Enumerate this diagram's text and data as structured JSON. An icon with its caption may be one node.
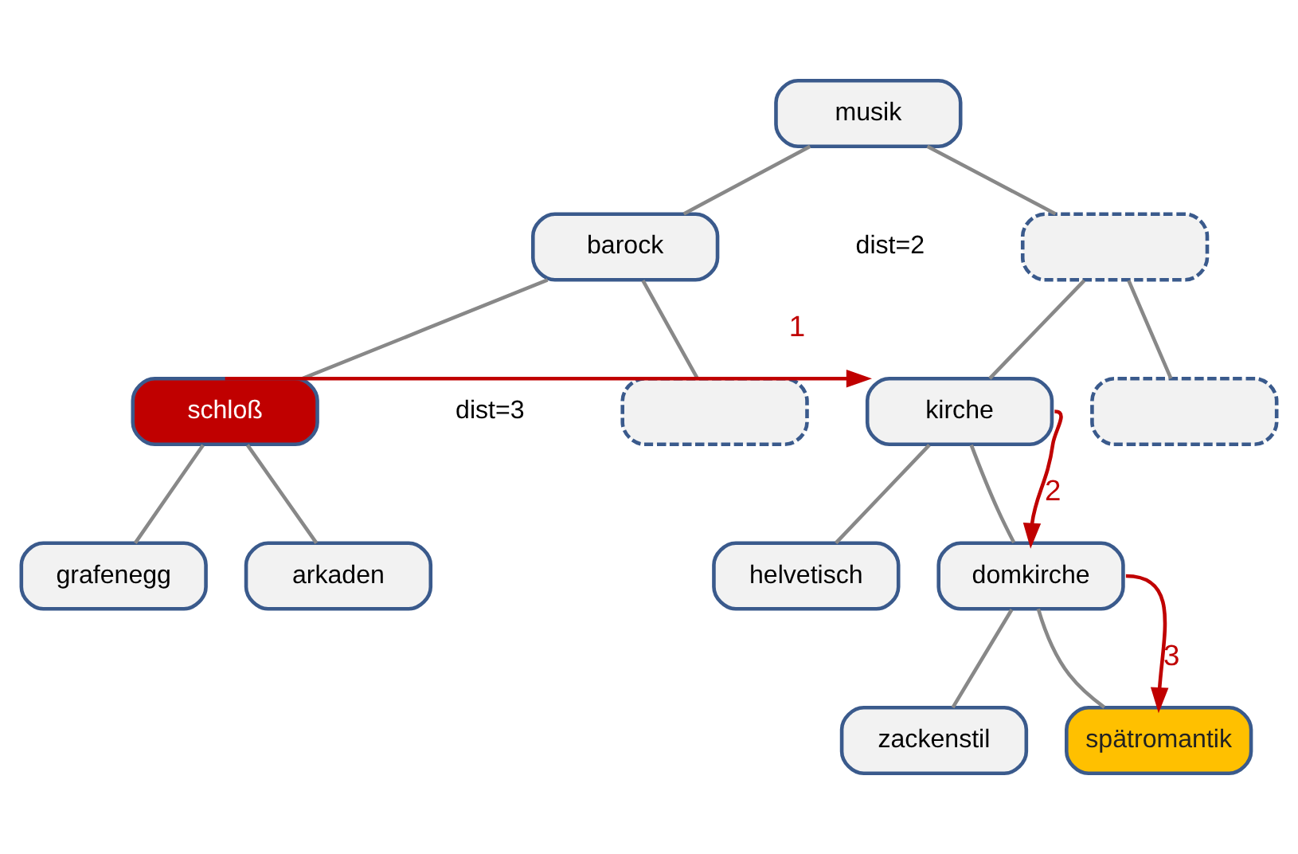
{
  "diagram": {
    "nodes": [
      {
        "text": [
          "musik"
        ]
      },
      {
        "text": [
          "barock"
        ]
      },
      {
        "text": [],
        "shape": "box"
      },
      {
        "text": [
          "schloß"
        ]
      },
      {
        "text": [],
        "shape": "box"
      },
      {
        "text": [
          "kirche"
        ]
      },
      {
        "text": [],
        "shape": "box"
      },
      {
        "text": [
          "grafenegg"
        ]
      },
      {
        "text": [
          "arkaden"
        ]
      },
      {
        "text": [
          "helvetisch"
        ]
      },
      {
        "text": [
          "domkirche"
        ]
      },
      {
        "text": [
          "zackenstil"
        ]
      },
      {
        "text": [
          "spätromantik"
        ]
      }
    ],
    "edges": [
      {
        "from": 0,
        "to": 1,
        "arrow": "none"
      },
      {
        "from": 0,
        "to": 2,
        "arrow": "none"
      },
      {
        "from": 1,
        "to": 3,
        "arrow": "none"
      },
      {
        "from": 1,
        "to": 4,
        "arrow": "none"
      },
      {
        "from": 2,
        "to": 5,
        "arrow": "none"
      },
      {
        "from": 2,
        "to": 6,
        "arrow": "none"
      },
      {
        "from": 3,
        "to": 7,
        "arrow": "none"
      },
      {
        "from": 3,
        "to": 8,
        "arrow": "none"
      },
      {
        "from": 5,
        "to": 9,
        "arrow": "none"
      },
      {
        "from": 5,
        "to": 10,
        "arrow": "none"
      },
      {
        "from": 10,
        "to": 11,
        "arrow": "none"
      },
      {
        "from": 10,
        "to": 12,
        "arrow": "none"
      },
      {
        "from": 3,
        "to": 5,
        "arrow": "to",
        "label": "1",
        "color": "#c00000"
      },
      {
        "from": 5,
        "to": 10,
        "arrow": "to",
        "label": "2",
        "color": "#c00000"
      },
      {
        "from": 10,
        "to": 12,
        "arrow": "to",
        "label": "3",
        "color": "#c00000"
      }
    ],
    "labels": [
      "dist=2",
      "dist=3"
    ]
  }
}
